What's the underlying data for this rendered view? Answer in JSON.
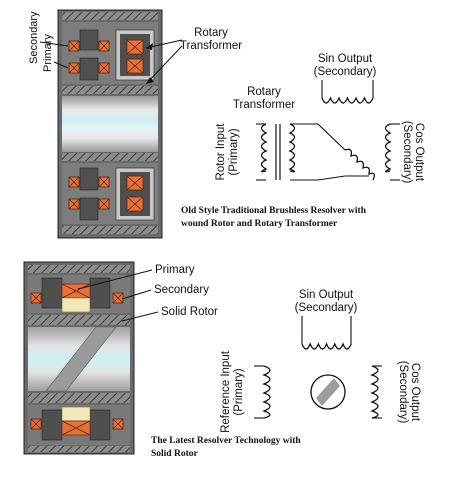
{
  "top_section": {
    "label_secondary": "Secondary",
    "label_primary": "Primary",
    "label_rotary_transformer_line1": "Rotary",
    "label_rotary_transformer_line2": "Transformer",
    "schematic": {
      "sin_output_line1": "Sin Output",
      "sin_output_line2": "(Secondary)",
      "rotary_transformer_line1": "Rotary",
      "rotary_transformer_line2": "Transformer",
      "rotor_input_line1": "Rotor Input",
      "rotor_input_line2": "(Primary)",
      "cos_output_line1": "Cos Output",
      "cos_output_line2": "(Secondary)"
    },
    "caption_line1": "Old Style Traditional Brushless Resolver with",
    "caption_line2": "wound Rotor and Rotary Transformer"
  },
  "bottom_section": {
    "label_primary": "Primary",
    "label_secondary": "Secondary",
    "label_solid_rotor": "Solid Rotor",
    "schematic": {
      "sin_output_line1": "Sin Output",
      "sin_output_line2": "(Secondary)",
      "reference_input_line1": "Reference Input",
      "reference_input_line2": "(Primary)",
      "cos_output_line1": "Cos Output",
      "cos_output_line2": "(Secondary)"
    },
    "caption_line1": "The Latest Resolver Technology with",
    "caption_line2": "Solid Rotor"
  },
  "colors": {
    "housing_dark": "#5a5a5a",
    "housing_mid": "#8a8a8a",
    "shaft_light": "#cfeef2",
    "coil_orange": "#e8703a",
    "coil_cream": "#f4e7b8"
  }
}
